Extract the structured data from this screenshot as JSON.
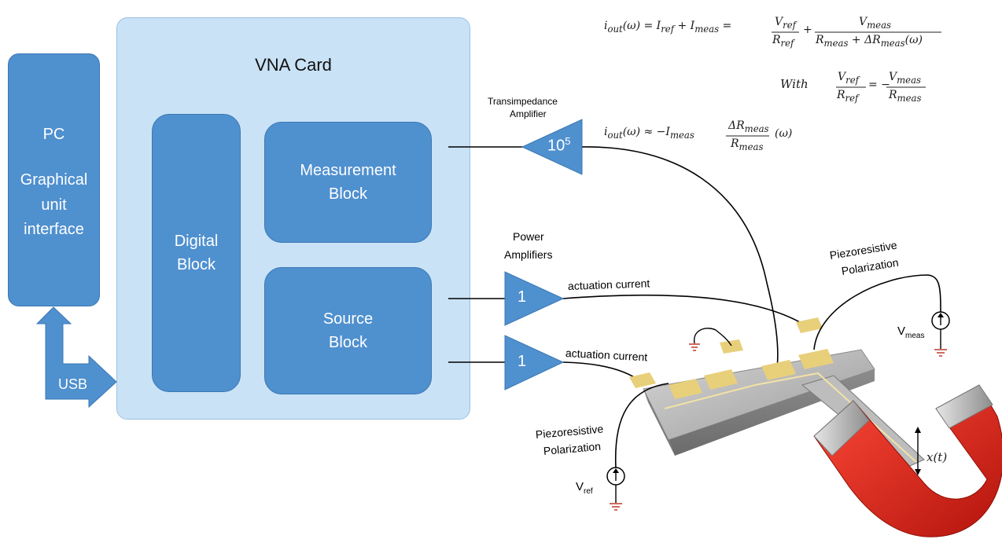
{
  "pc": {
    "title": "PC",
    "line1": "Graphical",
    "line2": "unit",
    "line3": "interface"
  },
  "usb": {
    "label": "USB"
  },
  "vna": {
    "title": "VNA Card",
    "digital_block": [
      "Digital",
      "Block"
    ],
    "measurement_block": [
      "Measurement",
      "Block"
    ],
    "source_block": [
      "Source",
      "Block"
    ]
  },
  "transimpedance": {
    "label_line1": "Transimpedance",
    "label_line2": "Amplifier",
    "gain_base": "10",
    "gain_exp": "5"
  },
  "power_amps": {
    "label_line1": "Power",
    "label_line2": "Amplifiers",
    "gain_top": "1",
    "gain_bottom": "1"
  },
  "actuation": {
    "top": "actuation current",
    "bottom": "actuation current"
  },
  "piezo_right": {
    "line1": "Piezoresistive",
    "line2": "Polarization"
  },
  "piezo_left": {
    "line1": "Piezoresistive",
    "line2": "Polarization"
  },
  "sources": {
    "vmeas_base": "V",
    "vmeas_sub": "meas",
    "vref_base": "V",
    "vref_sub": "ref"
  },
  "displacement": {
    "label": "x(t)"
  },
  "equations": {
    "eq1_lhs": "i",
    "eq1_lhs_sub": "out",
    "eq1_lhs_arg": "(ω) = I",
    "eq1_ref_sub": "ref",
    "eq1_plus": "+ I",
    "eq1_meas_sub": "meas",
    "eq1_eq": "=",
    "frac1_num": "V",
    "frac1_num_sub": "ref",
    "frac1_den": "R",
    "frac1_den_sub": "ref",
    "plus": "+",
    "frac2_num": "V",
    "frac2_num_sub": "meas",
    "frac2_den_a": "R",
    "frac2_den_a_sub": "meas",
    "frac2_den_b": "+ ΔR",
    "frac2_den_b_sub": "meas",
    "frac2_den_c": "(ω)",
    "with_word": "With",
    "with_eq": "= −",
    "eq3_lhs": "i",
    "eq3_lhs_sub": "out",
    "eq3_arg": "(ω) ≈ −I",
    "eq3_meas_sub": "meas",
    "eq3_num": "ΔR",
    "eq3_num_sub": "meas",
    "eq3_den": "R",
    "eq3_den_sub": "meas",
    "eq3_tail": "(ω)"
  },
  "colors": {
    "block_blue": "#4f90cf",
    "card_blue": "#c9e2f6",
    "magnet_red": "#e0251b",
    "gold_pad": "#e8cf7a"
  }
}
